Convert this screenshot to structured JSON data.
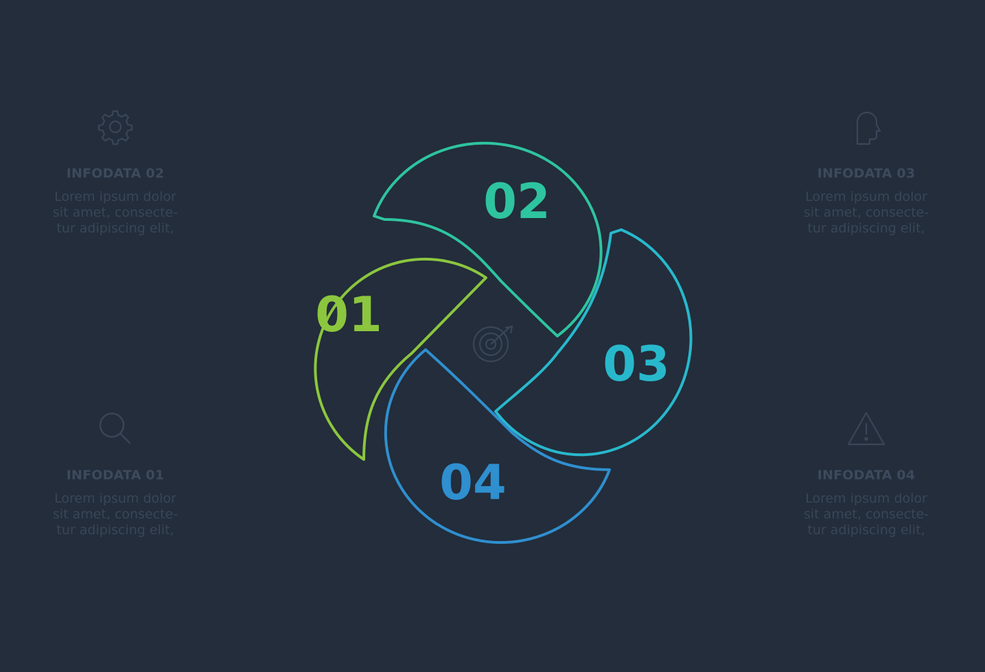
{
  "colors": {
    "background": "#232d3b",
    "step1": "#8cc63f",
    "step2": "#2ec4a0",
    "step3": "#28b8cc",
    "step4": "#2f8fcf",
    "muted_icon": "#3a4658"
  },
  "center_icon": "target-icon",
  "steps": [
    {
      "number": "01"
    },
    {
      "number": "02"
    },
    {
      "number": "03"
    },
    {
      "number": "04"
    }
  ],
  "info_blocks": {
    "top_left": {
      "icon": "gear-icon",
      "title": "INFODATA 02",
      "text": "Lorem ipsum dolor\nsit amet, consecte-\ntur adipiscing elit,"
    },
    "top_right": {
      "icon": "head-icon",
      "title": "INFODATA 03",
      "text": "Lorem ipsum dolor\nsit amet, consecte-\ntur adipiscing elit,"
    },
    "bottom_left": {
      "icon": "search-icon",
      "title": "INFODATA 01",
      "text": "Lorem ipsum dolor\nsit amet, consecte-\ntur adipiscing elit,"
    },
    "bottom_right": {
      "icon": "warning-icon",
      "title": "INFODATA 04",
      "text": "Lorem ipsum dolor\nsit amet, consecte-\ntur adipiscing elit,"
    }
  }
}
